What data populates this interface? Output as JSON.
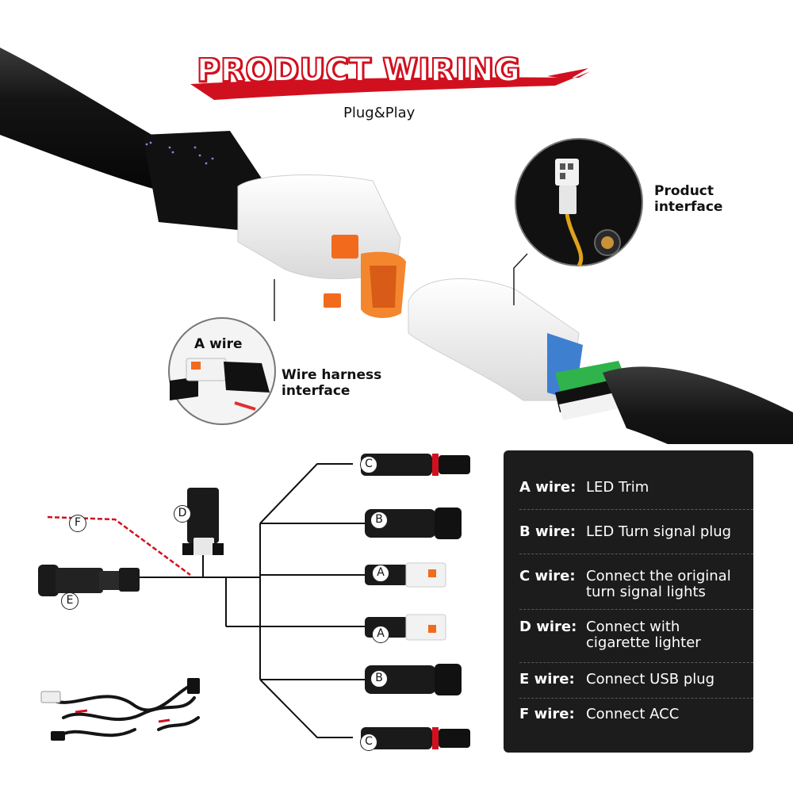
{
  "title": "PRODUCT WIRING",
  "subtitle": "Plug&Play",
  "callouts": {
    "product_interface": [
      "Product",
      "interface"
    ],
    "a_wire": "A wire",
    "wire_harness": [
      "Wire harness",
      "interface"
    ]
  },
  "markers": {
    "c_top": "C",
    "b_top": "B",
    "a_top": "A",
    "a_bottom": "A",
    "b_bottom": "B",
    "c_bottom": "C",
    "d": "D",
    "e": "E",
    "f": "F"
  },
  "legend": [
    {
      "key": "A wire:",
      "lines": [
        "LED Trim"
      ]
    },
    {
      "key": "B wire:",
      "lines": [
        "LED Turn signal plug"
      ]
    },
    {
      "key": "C wire:",
      "lines": [
        "Connect the original",
        "turn signal lights"
      ]
    },
    {
      "key": "D wire:",
      "lines": [
        "Connect with",
        "cigarette lighter"
      ]
    },
    {
      "key": "E wire:",
      "lines": [
        "Connect USB plug"
      ]
    },
    {
      "key": "F wire:",
      "lines": [
        "Connect ACC"
      ]
    }
  ],
  "colors": {
    "brand_red": "#d1101f",
    "connector_orange": "#f26b1d",
    "cable_black": "#111111",
    "legend_bg": "#1c1c1c",
    "seal_blue": "#3e7fd0",
    "wire_green": "#2fb34a"
  }
}
